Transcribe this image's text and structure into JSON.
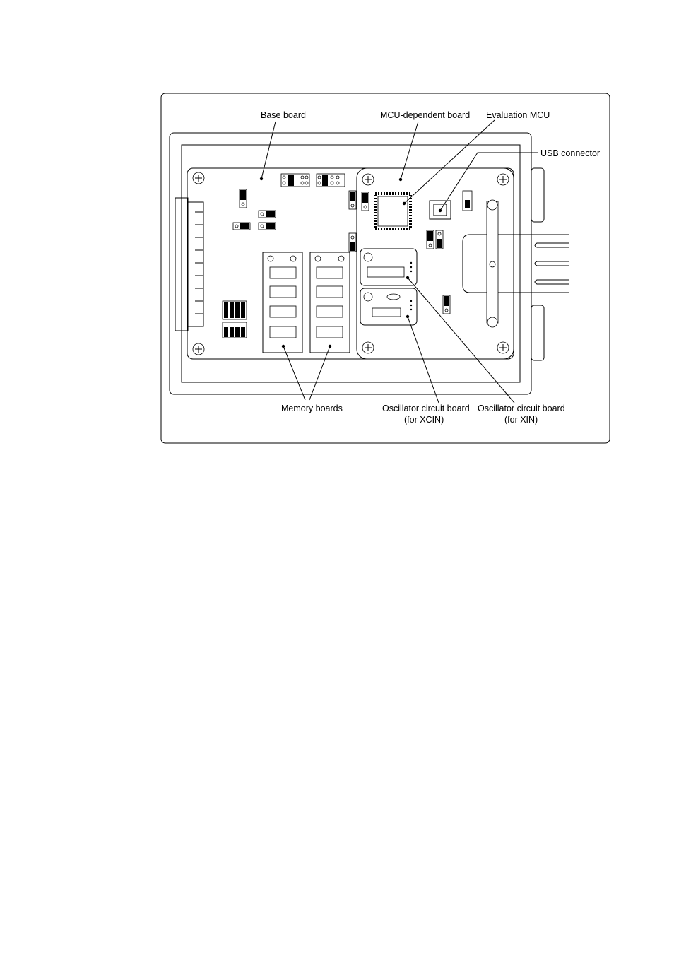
{
  "labels": {
    "base_board": "Base board",
    "mcu_dependent_board": "MCU-dependent board",
    "evaluation_mcu": "Evaluation MCU",
    "usb_connector": "USB connector",
    "memory_boards": "Memory boards",
    "osc_xcin_line1": "Oscillator circuit board",
    "osc_xcin_line2": "(for XCIN)",
    "osc_xin_line1": "Oscillator circuit board",
    "osc_xin_line2": "(for XIN)"
  }
}
